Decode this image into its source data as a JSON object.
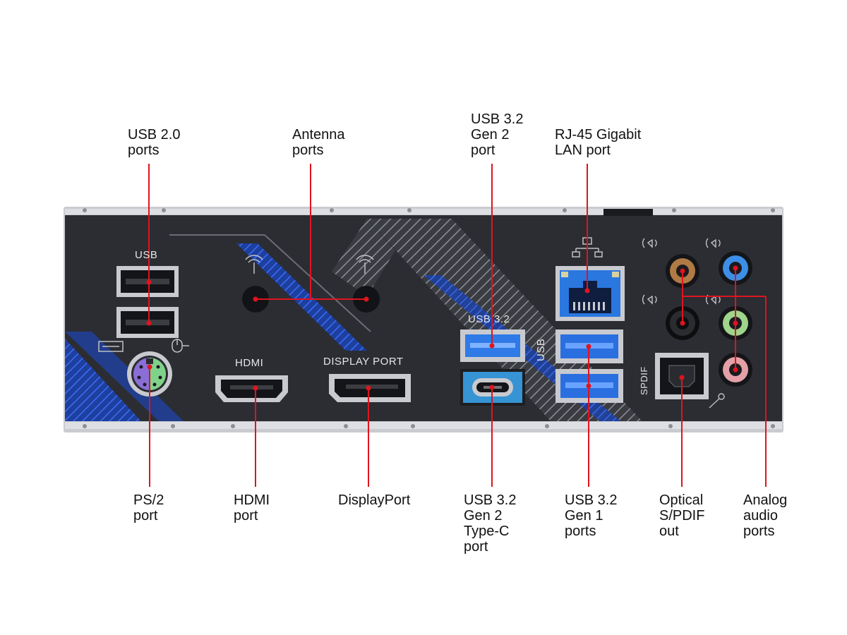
{
  "callouts": {
    "usb20": "USB 2.0\nports",
    "antenna": "Antenna\nports",
    "usb32g2": "USB 3.2\nGen 2\nport",
    "rj45": "RJ-45 Gigabit\nLAN port",
    "ps2": "PS/2\nport",
    "hdmi": "HDMI\nport",
    "displayport": "DisplayPort",
    "usbc": "USB 3.2\nGen 2\nType-C\nport",
    "usb32g1": "USB 3.2\nGen 1\nports",
    "spdif": "Optical\nS/PDIF\nout",
    "audio": "Analog\naudio\nports"
  },
  "plate_labels": {
    "usb": "USB",
    "hdmi": "HDMI",
    "displayport": "DISPLAY PORT",
    "usb32": "USB 3.2",
    "usb_vertical": "USB",
    "spdif": "SPDIF"
  },
  "colors": {
    "plate": "#2b2d33",
    "frame": "#c9cbd0",
    "accent_blue": "#2f5fd6",
    "usb3_blue": "#2a6fe0",
    "leader": "#e0141e",
    "audio_copper": "#b07a45",
    "audio_blue": "#3d8ee6",
    "audio_green": "#9fd48c",
    "audio_pink": "#e3a0a6",
    "ps2_green": "#7fd28a",
    "ps2_purple": "#8a6ed6"
  }
}
